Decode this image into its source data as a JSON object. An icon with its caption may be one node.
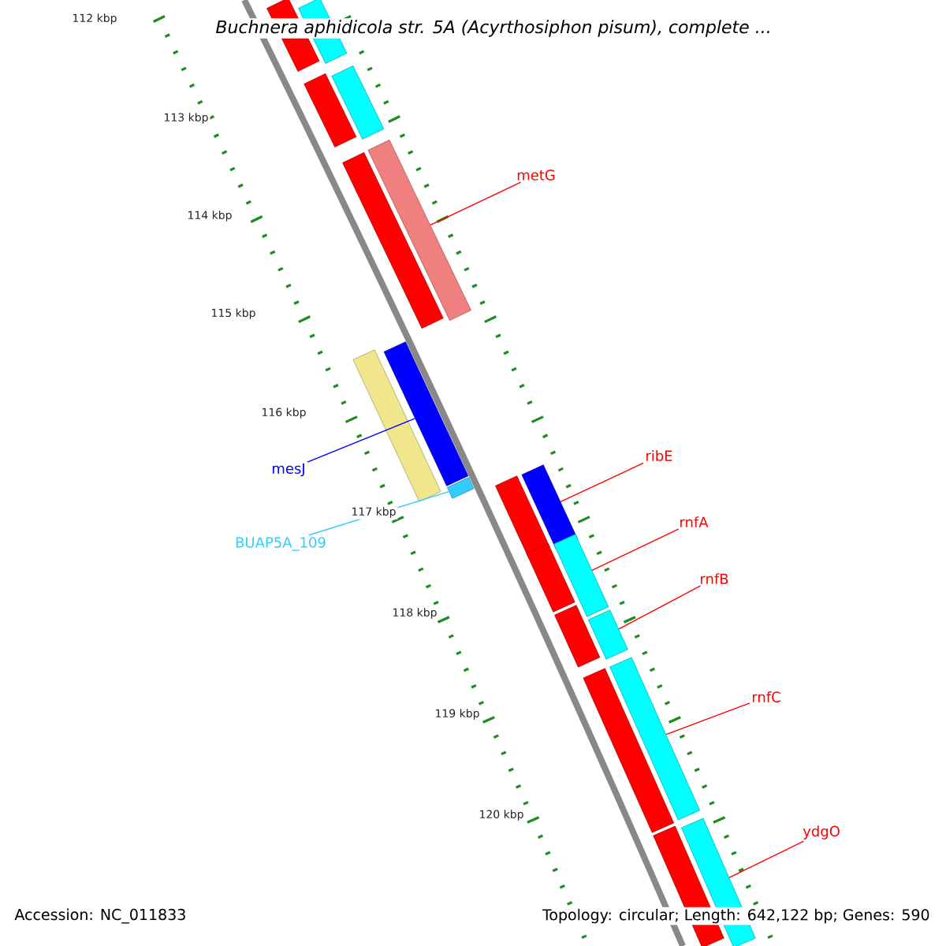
{
  "diagram": {
    "title": "Buchnera aphidicola str. 5A (Acyrthosiphon pisum), complete ...",
    "nodes": [
      {
        "text": [
          "metG"
        ]
      },
      {
        "text": [
          "mesJ"
        ]
      },
      {
        "text": [
          "BUAP5A_109"
        ]
      },
      {
        "text": [
          "ribE"
        ]
      },
      {
        "text": [
          "rnfA"
        ]
      },
      {
        "text": [
          "rnfB"
        ]
      },
      {
        "text": [
          "rnfC"
        ]
      },
      {
        "text": [
          "ydgO"
        ]
      },
      {
        "text": [],
        "shape": "bar"
      },
      {
        "text": [],
        "shape": "bar"
      },
      {
        "text": [],
        "shape": "bar"
      },
      {
        "text": [],
        "shape": "bar"
      },
      {
        "text": [],
        "shape": "bar"
      },
      {
        "text": [],
        "shape": "bar"
      },
      {
        "text": [],
        "shape": "bar"
      },
      {
        "text": [],
        "shape": "bar"
      },
      {
        "text": [],
        "shape": "bar"
      },
      {
        "text": [],
        "shape": "bar"
      },
      {
        "text": [],
        "shape": "bar"
      },
      {
        "text": [],
        "shape": "bar"
      },
      {
        "text": [],
        "shape": "bar"
      },
      {
        "text": [],
        "shape": "bar"
      },
      {
        "text": [],
        "shape": "bar"
      },
      {
        "text": [],
        "shape": "bar"
      },
      {
        "text": [],
        "shape": "bar"
      },
      {
        "text": [],
        "shape": "bar"
      },
      {
        "text": [],
        "shape": "bar"
      }
    ],
    "edges": [
      {
        "from": 0,
        "to": 13,
        "arrow": "none"
      },
      {
        "from": 1,
        "to": 15,
        "arrow": "none",
        "color": "#0000ff"
      },
      {
        "from": 2,
        "to": 16,
        "arrow": "none",
        "color": "#33ccff"
      },
      {
        "from": 3,
        "to": 18,
        "arrow": "none"
      },
      {
        "from": 4,
        "to": 20,
        "arrow": "none"
      },
      {
        "from": 5,
        "to": 22,
        "arrow": "none"
      },
      {
        "from": 6,
        "to": 24,
        "arrow": "none"
      },
      {
        "from": 7,
        "to": 26,
        "arrow": "none"
      }
    ],
    "labels": [
      "112 kbp",
      "113 kbp",
      "114 kbp",
      "115 kbp",
      "116 kbp",
      "117 kbp",
      "118 kbp",
      "119 kbp",
      "120 kbp",
      "Accession: NC_011833",
      "Topology: circular; Length: 642,122 bp; Genes: 590"
    ]
  }
}
